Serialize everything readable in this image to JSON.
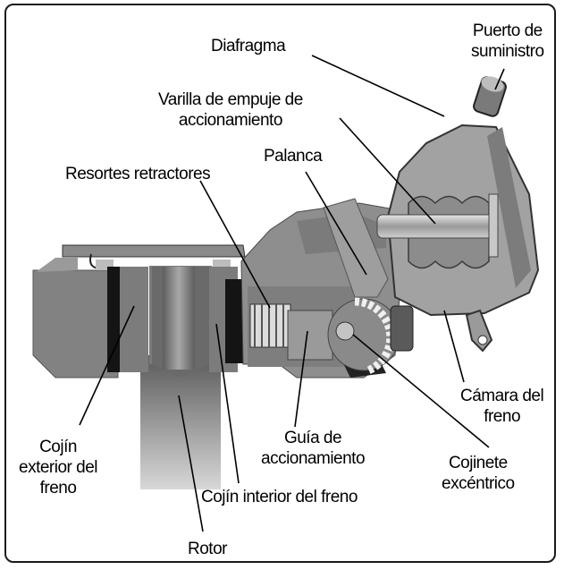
{
  "labels": {
    "diafragma": "Diafragma",
    "puerto": "Puerto de\nsuministro",
    "varilla": "Varilla de empuje de\naccionamiento",
    "palanca": "Palanca",
    "resortes": "Resortes retractores",
    "camara": "Cámara del\nfreno",
    "guia": "Guía de\naccionamiento",
    "cojinete": "Cojinete\nexcéntrico",
    "cojin_ext": "Cojín\nexterior del\nfreno",
    "cojin_int": "Cojín interior del freno",
    "rotor": "Rotor"
  },
  "colors": {
    "metal_dark": "#6e6e6e",
    "metal_mid": "#8c8c8c",
    "metal_light": "#b4b4b4",
    "outline": "#1a1a1a"
  }
}
